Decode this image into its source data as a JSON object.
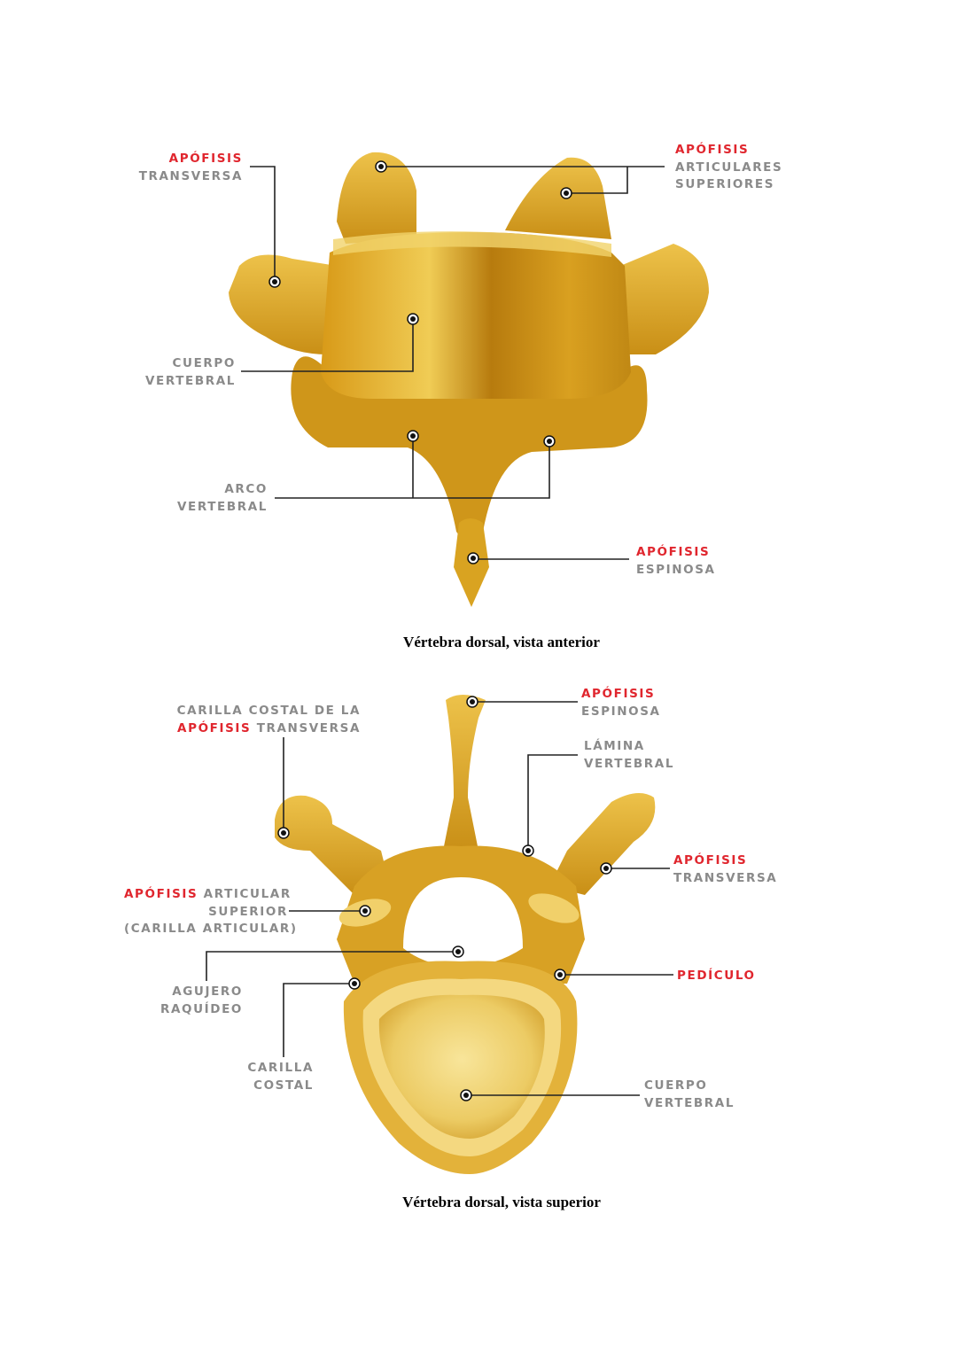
{
  "figures": [
    {
      "caption": "Vértebra dorsal, vista anterior",
      "labels": {
        "transversa": {
          "red": "APÓFISIS",
          "gray": "TRANSVERSA"
        },
        "articulares": {
          "red": "APÓFISIS",
          "gray1": "ARTICULARES",
          "gray2": "SUPERIORES"
        },
        "cuerpo": {
          "gray1": "CUERPO",
          "gray2": "VERTEBRAL"
        },
        "arco": {
          "gray1": "ARCO",
          "gray2": "VERTEBRAL"
        },
        "espinosa": {
          "red": "APÓFISIS",
          "gray": "ESPINOSA"
        }
      }
    },
    {
      "caption": "Vértebra dorsal, vista superior",
      "labels": {
        "carilla_transversa": {
          "gray1": "CARILLA COSTAL DE LA",
          "red": "APÓFISIS",
          "gray2": "TRANSVERSA"
        },
        "espinosa": {
          "red": "APÓFISIS",
          "gray": "ESPINOSA"
        },
        "lamina": {
          "gray1": "LÁMINA",
          "gray2": "VERTEBRAL"
        },
        "transversa": {
          "red": "APÓFISIS",
          "gray": "TRANSVERSA"
        },
        "articular": {
          "red": "APÓFISIS",
          "gray1": "ARTICULAR",
          "gray2": "SUPERIOR",
          "gray3": "(CARILLA ARTICULAR)"
        },
        "agujero": {
          "gray1": "AGUJERO",
          "gray2": "RAQUÍDEO"
        },
        "pediculo": {
          "red": "PEDÍCULO"
        },
        "carilla_costal": {
          "gray1": "CARILLA",
          "gray2": "COSTAL"
        },
        "cuerpo": {
          "gray1": "CUERPO",
          "gray2": "VERTEBRAL"
        }
      }
    }
  ],
  "colors": {
    "accent_red": "#e0262e",
    "label_gray": "#8a8a8a",
    "bone": "#e0a820",
    "bone_dark": "#a8720c",
    "bone_light": "#f3d36a"
  }
}
